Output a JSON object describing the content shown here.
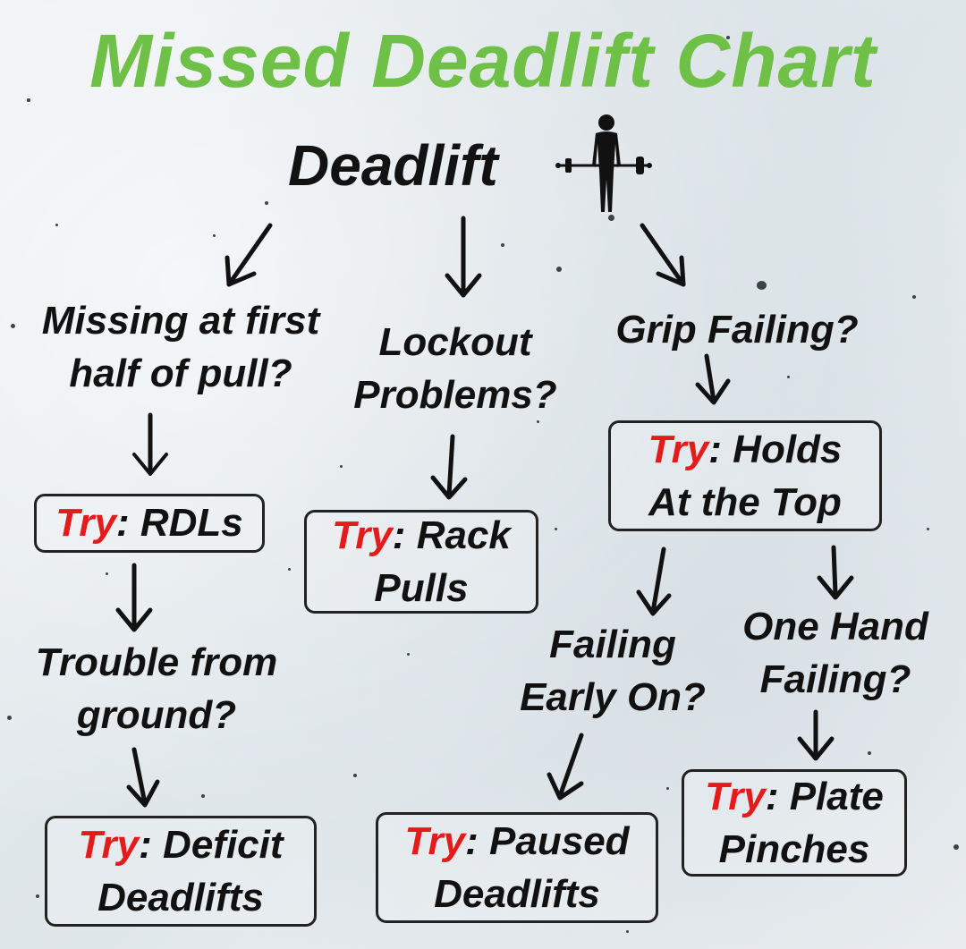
{
  "title": "Missed Deadlift Chart",
  "root": "Deadlift",
  "try_label": "Try",
  "try_sep": ":",
  "colors": {
    "title_green": "#6ec046",
    "try_red": "#e41b1b",
    "text": "#111111"
  },
  "icons": {
    "lifter": "deadlift-lifter-icon"
  },
  "branches": {
    "first_half": {
      "question": [
        "Missing at first",
        "half of pull?"
      ],
      "suggestion": "RDLs",
      "follow_up": {
        "question": [
          "Trouble from",
          "ground?"
        ],
        "suggestion": [
          "Deficit",
          "Deadlifts"
        ]
      }
    },
    "lockout": {
      "question": [
        "Lockout",
        "Problems?"
      ],
      "suggestion": [
        "Rack",
        "Pulls"
      ]
    },
    "grip": {
      "question": "Grip Failing?",
      "suggestion": [
        "Holds",
        "At the Top"
      ],
      "early": {
        "question": [
          "Failing",
          "Early On?"
        ],
        "suggestion": [
          "Paused",
          "Deadlifts"
        ]
      },
      "one_hand": {
        "question": [
          "One Hand",
          "Failing?"
        ],
        "suggestion": [
          "Plate",
          "Pinches"
        ]
      }
    }
  }
}
